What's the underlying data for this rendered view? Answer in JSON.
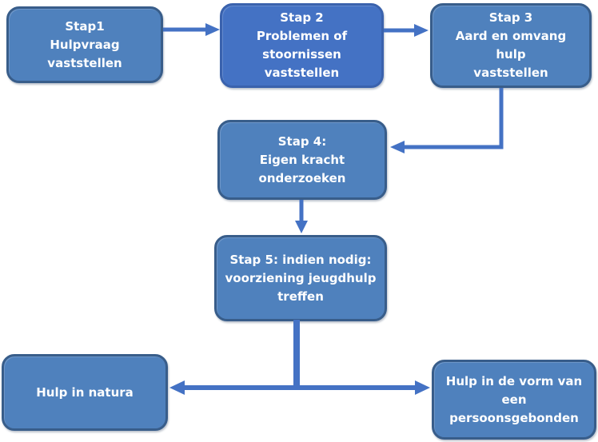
{
  "diagram": {
    "title": "Stappenplan jeugdhulp flowchart",
    "background": "#ffffff",
    "colors": {
      "node_fill": "#4f81bd",
      "node_border": "#385d8a",
      "node_alt_fill": "#4472c4",
      "node_alt_border": "#3a62ad",
      "arrow": "#4472c4",
      "text": "#ffffff"
    },
    "nodes": [
      {
        "id": "stap1",
        "label": "Stap1\nHulpvraag vaststellen"
      },
      {
        "id": "stap2",
        "label": "Stap 2\nProblemen of\nstoornissen\nvaststellen"
      },
      {
        "id": "stap3",
        "label": "Stap 3\nAard en omvang hulp\nvaststellen"
      },
      {
        "id": "stap4",
        "label": "Stap 4:\nEigen kracht\nonderzoeken"
      },
      {
        "id": "stap5",
        "label": "Stap 5: indien nodig:\nvoorziening jeugdhulp\ntreffen"
      },
      {
        "id": "natura",
        "label": "Hulp in natura"
      },
      {
        "id": "pgb",
        "label": "Hulp in de vorm van\neen\npersoonsgebonden"
      }
    ],
    "edges": [
      {
        "from": "stap1",
        "to": "stap2"
      },
      {
        "from": "stap2",
        "to": "stap3"
      },
      {
        "from": "stap3",
        "to": "stap4"
      },
      {
        "from": "stap4",
        "to": "stap5"
      },
      {
        "from": "stap5",
        "to": "natura"
      },
      {
        "from": "stap5",
        "to": "pgb"
      }
    ]
  }
}
